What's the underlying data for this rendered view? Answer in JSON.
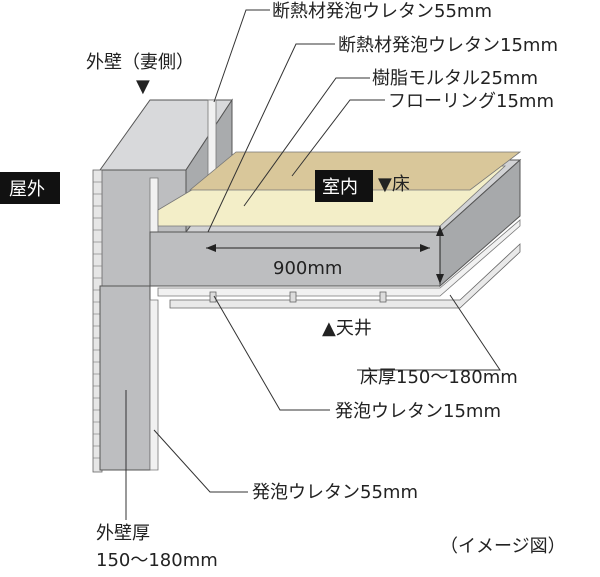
{
  "labels": {
    "insulation_55_top": "断熱材発泡ウレタン55mm",
    "insulation_15_top": "断熱材発泡ウレタン15mm",
    "resin_mortar": "樹脂モルタル25mm",
    "flooring": "フローリング15mm",
    "exterior_wall_gable": "外壁（妻側）",
    "outdoor": "屋外",
    "indoor": "室内",
    "floor": "▼床",
    "span": "900mm",
    "ceiling": "▲天井",
    "floor_thickness": "床厚150～180mm",
    "foam_15": "発泡ウレタン15mm",
    "foam_55": "発泡ウレタン55mm",
    "wall_thickness_line1": "外壁厚",
    "wall_thickness_line2": "150～180mm",
    "image_note": "（イメージ図）",
    "gable_marker": "▼"
  },
  "colors": {
    "concrete": "#bdbec0",
    "concrete_dark": "#8e9093",
    "insulation": "#f1f1f1",
    "mortar": "#f3eec8",
    "flooring": "#d9c79a",
    "ink": "#222222",
    "badge_bg": "#111111",
    "badge_text": "#ffffff"
  }
}
